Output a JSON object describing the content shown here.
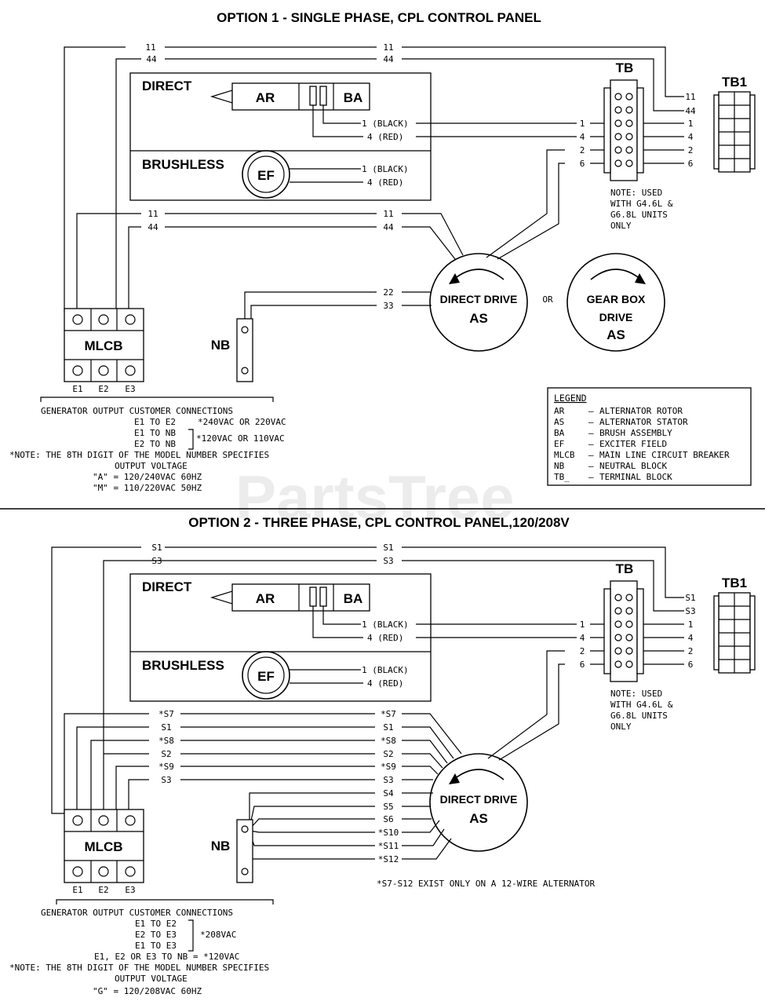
{
  "watermark": "PartsTree",
  "option1": {
    "title": "OPTION 1 - SINGLE PHASE, CPL CONTROL PANEL",
    "wire_11": "11",
    "wire_44": "44",
    "direct_label": "DIRECT",
    "brushless_label": "BRUSHLESS",
    "ar": "AR",
    "ba": "BA",
    "ef": "EF",
    "black": "1 (BLACK)",
    "red": "4 (RED)",
    "tb": "TB",
    "tb1": "TB1",
    "t1": "1",
    "t2": "2",
    "t4": "4",
    "t6": "6",
    "note": [
      "NOTE: USED",
      "WITH G4.6L &",
      "G6.8L UNITS",
      "ONLY"
    ],
    "w22": "22",
    "w33": "33",
    "direct_drive": "DIRECT DRIVE",
    "as": "AS",
    "or": "OR",
    "gear_box": "GEAR BOX",
    "drive": "DRIVE",
    "nb": "NB",
    "mlcb": "MLCB",
    "e1": "E1",
    "e2": "E2",
    "e3": "E3",
    "customer": [
      "GENERATOR OUTPUT CUSTOMER CONNECTIONS",
      "E1 TO E2",
      "*240VAC OR 220VAC",
      "E1 TO NB",
      "*120VAC OR 110VAC",
      "E2 TO NB",
      "*NOTE: THE 8TH DIGIT OF THE MODEL NUMBER SPECIFIES",
      "OUTPUT VOLTAGE",
      "\"A\" = 120/240VAC 60HZ",
      "\"M\" = 110/220VAC 50HZ"
    ],
    "legend": {
      "title": "LEGEND",
      "rows": [
        [
          "AR",
          "–",
          "ALTERNATOR ROTOR"
        ],
        [
          "AS",
          "–",
          "ALTERNATOR STATOR"
        ],
        [
          "BA",
          "–",
          "BRUSH ASSEMBLY"
        ],
        [
          "EF",
          "–",
          "EXCITER FIELD"
        ],
        [
          "MLCB",
          "–",
          "MAIN LINE CIRCUIT BREAKER"
        ],
        [
          "NB",
          "–",
          "NEUTRAL BLOCK"
        ],
        [
          "TB_",
          "–",
          "TERMINAL BLOCK"
        ]
      ]
    }
  },
  "option2": {
    "title": "OPTION 2 - THREE PHASE, CPL CONTROL PANEL,120/208V",
    "s1": "S1",
    "s3": "S3",
    "direct_label": "DIRECT",
    "brushless_label": "BRUSHLESS",
    "ar": "AR",
    "ba": "BA",
    "ef": "EF",
    "black": "1 (BLACK)",
    "red": "4 (RED)",
    "tb": "TB",
    "tb1": "TB1",
    "t1": "1",
    "t2": "2",
    "t4": "4",
    "t6": "6",
    "note": [
      "NOTE: USED",
      "WITH G4.6L &",
      "G6.8L UNITS",
      "ONLY"
    ],
    "left_wires": [
      "*S7",
      "S1",
      "*S8",
      "S2",
      "*S9",
      "S3"
    ],
    "right_wires": [
      "*S7",
      "S1",
      "*S8",
      "S2",
      "*S9",
      "S3",
      "S4",
      "S5",
      "S6",
      "*S10",
      "*S11",
      "*S12"
    ],
    "direct_drive": "DIRECT DRIVE",
    "as": "AS",
    "nb": "NB",
    "mlcb": "MLCB",
    "e1": "E1",
    "e2": "E2",
    "e3": "E3",
    "footnote": "*S7-S12 EXIST ONLY ON A 12-WIRE ALTERNATOR",
    "customer": [
      "GENERATOR OUTPUT CUSTOMER CONNECTIONS",
      "E1 TO E2",
      "E2 TO E3",
      "E1 TO E3",
      "*208VAC",
      "E1, E2 OR E3 TO NB = *120VAC",
      "*NOTE: THE 8TH DIGIT OF THE MODEL NUMBER SPECIFIES",
      "OUTPUT VOLTAGE",
      "\"G\" = 120/208VAC 60HZ"
    ]
  }
}
